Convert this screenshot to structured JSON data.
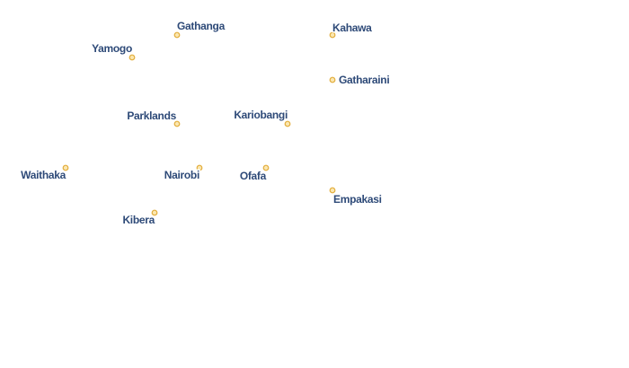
{
  "places": [
    {
      "name": "Gathanga"
    },
    {
      "name": "Kahawa"
    },
    {
      "name": "Yamogo"
    },
    {
      "name": "Gatharaini"
    },
    {
      "name": "Parklands"
    },
    {
      "name": "Kariobangi"
    },
    {
      "name": "Waithaka"
    },
    {
      "name": "Nairobi"
    },
    {
      "name": "Ofafa"
    },
    {
      "name": "Empakasi"
    },
    {
      "name": "Kibera"
    }
  ],
  "colors": {
    "marker_fill": "#fbe7b0",
    "marker_stroke": "#e2ad3c",
    "label_fill": "#2e4a78",
    "label_halo": "#ffffff"
  }
}
